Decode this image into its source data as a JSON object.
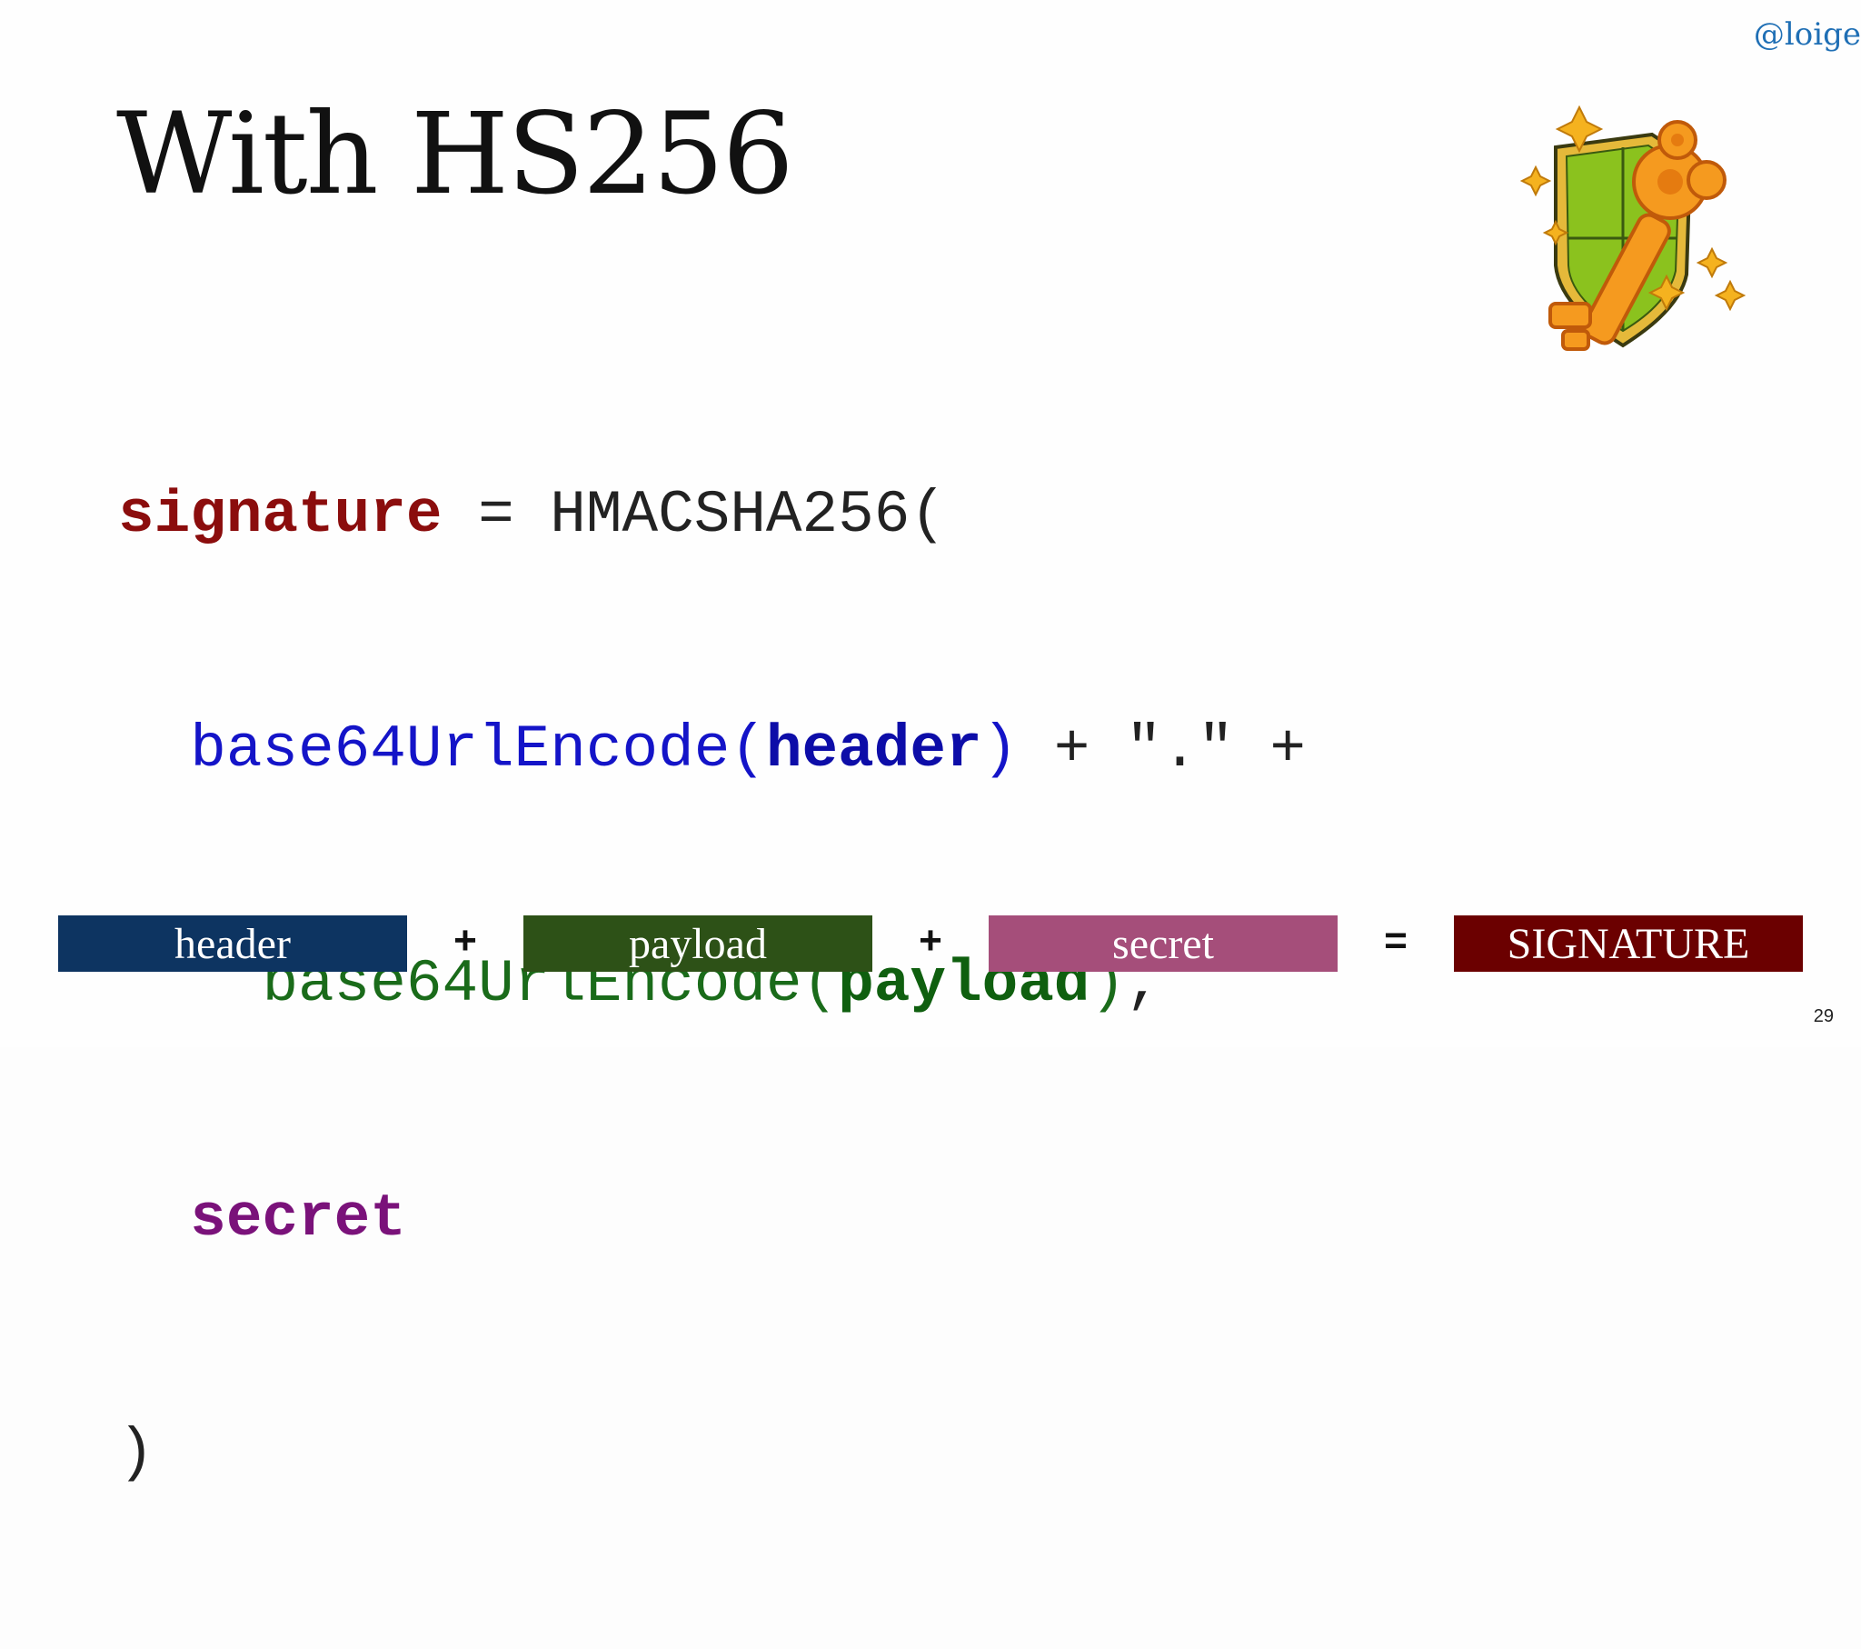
{
  "handle": "@loige",
  "title": "With HS256",
  "code": {
    "line1": {
      "var": "signature",
      "eq": " = ",
      "fn": "HMACSHA256",
      "open": "("
    },
    "line2": {
      "fn": "base64UrlEncode",
      "open": "(",
      "arg": "header",
      "close": ")",
      "rest": " + \".\" +"
    },
    "line3": {
      "fn": "base64UrlEncode",
      "open": "(",
      "arg": "payload",
      "close": ")",
      "comma": ","
    },
    "line4": {
      "arg": "secret"
    },
    "line5": {
      "close": ")"
    }
  },
  "equation": {
    "blocks": [
      {
        "label": "header",
        "color": "#0d3461"
      },
      {
        "label": "payload",
        "color": "#2d5117"
      },
      {
        "label": "secret",
        "color": "#a54e7a"
      },
      {
        "label": "SIGNATURE",
        "color": "#6b0000"
      }
    ],
    "ops": [
      "+",
      "+",
      "="
    ]
  },
  "icon": "shield-key-icon",
  "page_number": "29"
}
